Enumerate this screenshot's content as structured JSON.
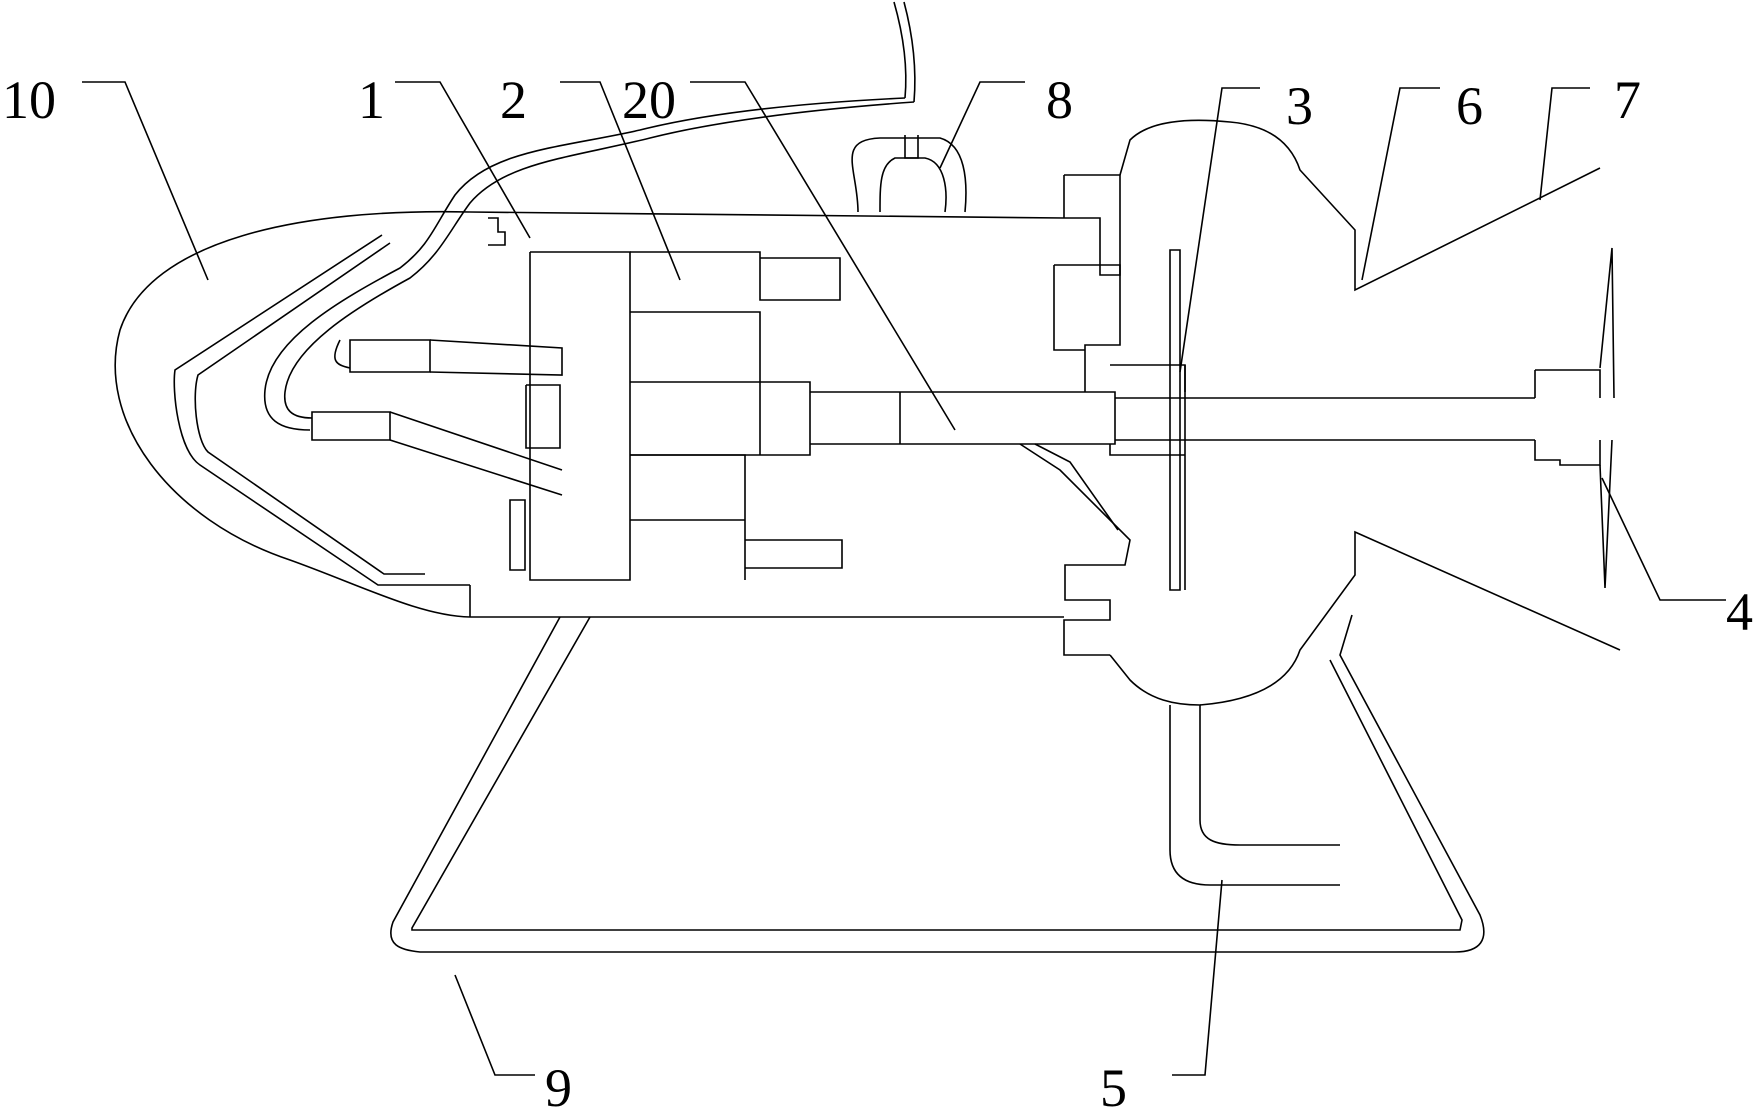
{
  "diagram": {
    "labels": {
      "l10": "10",
      "l1": "1",
      "l2": "2",
      "l20": "20",
      "l8": "8",
      "l3": "3",
      "l6": "6",
      "l7": "7",
      "l4": "4",
      "l5": "5",
      "l9": "9"
    },
    "colors": {
      "line": "#000000",
      "background": "#ffffff"
    }
  }
}
